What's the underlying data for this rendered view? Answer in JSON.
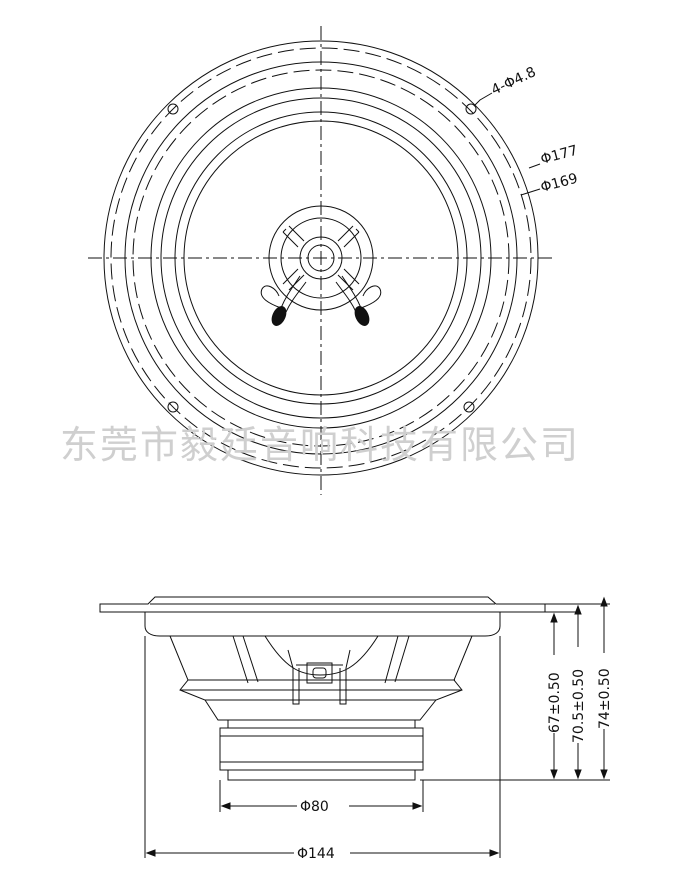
{
  "watermark": "东莞市毅廷音响科技有限公司",
  "top_view": {
    "holes_label": "4-Φ4.8",
    "outer_diameter_label": "Φ177",
    "hole_circle_label": "Φ169"
  },
  "side_view": {
    "magnet_diameter_label": "Φ80",
    "frame_diameter_label": "Φ144",
    "depth_labels": [
      "67±0.50",
      "70.5±0.50",
      "74±0.50"
    ]
  },
  "colors": {
    "line": "#111111",
    "watermark": "#cfcfcf"
  }
}
